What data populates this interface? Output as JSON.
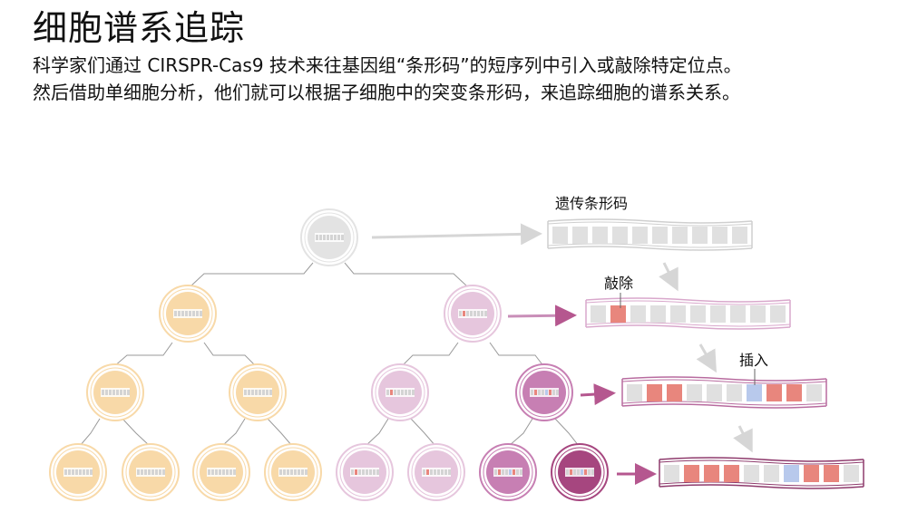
{
  "title": "细胞谱系追踪",
  "description_line1": "科学家们通过 CIRSPR-Cas9 技术来往基因组“条形码”的短序列中引入或敲除特定位点。",
  "description_line2": "然后借助单细胞分析，他们就可以根据子细胞中的突变条形码，来追踪细胞的谱系关系。",
  "labels": {
    "barcode": "遗传条形码",
    "knockout": "敲除",
    "insert": "插入"
  },
  "colors": {
    "root_cell": "#e3e3e3",
    "orange_lineage": "#f8d9a8",
    "purple_light": "#e6c6dd",
    "purple_mid": "#c77fb3",
    "purple_dark": "#a6467f",
    "knockout_mark": "#e8867d",
    "insert_mark": "#b8c9ec",
    "barcode_slot": "#e0e0e0",
    "arrow_gray": "#d6d6d6",
    "arrow_purple": "#b5578f"
  },
  "barcodes": [
    [
      "empty",
      "empty",
      "empty",
      "empty",
      "empty",
      "empty",
      "empty",
      "empty",
      "empty",
      "empty"
    ],
    [
      "empty",
      "knockout",
      "empty",
      "empty",
      "empty",
      "empty",
      "empty",
      "empty",
      "empty",
      "empty"
    ],
    [
      "empty",
      "knockout",
      "knockout",
      "empty",
      "empty",
      "empty",
      "insert",
      "knockout",
      "knockout",
      "empty"
    ],
    [
      "empty",
      "knockout",
      "knockout",
      "knockout",
      "empty",
      "empty",
      "insert",
      "knockout",
      "knockout",
      "empty"
    ]
  ]
}
